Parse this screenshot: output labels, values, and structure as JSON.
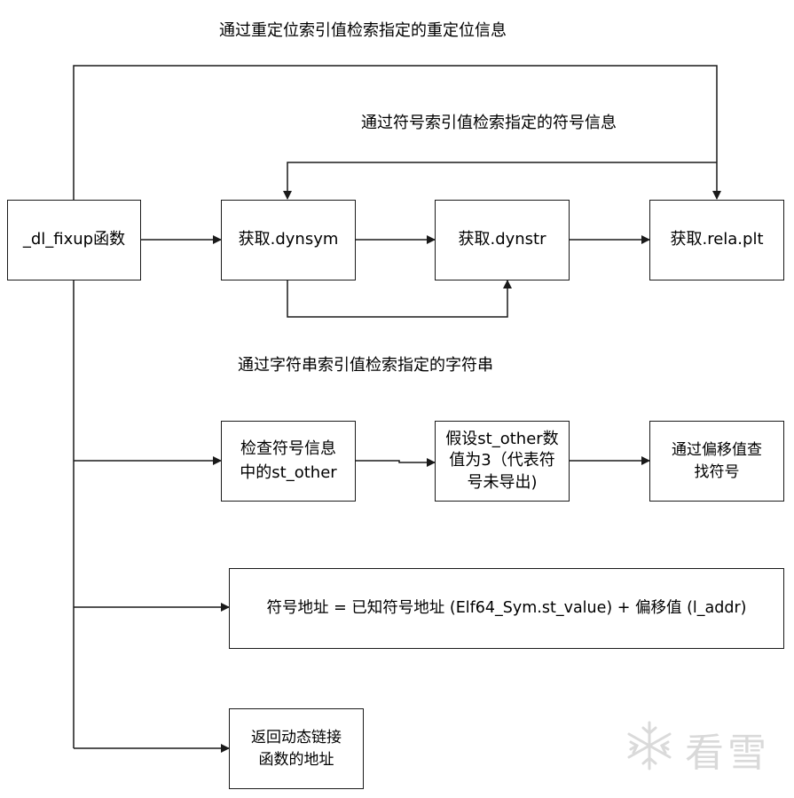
{
  "labels": {
    "reloc_lookup": "通过重定位索引值检索指定的重定位信息",
    "symbol_lookup": "通过符号索引值检索指定的符号信息",
    "string_lookup": "通过字符串索引值检索指定的字符串"
  },
  "nodes": {
    "dl_fixup": "_dl_fixup函数",
    "get_dynsym": "获取.dynsym",
    "get_dynstr": "获取.dynstr",
    "get_rela_plt": "获取.rela.plt",
    "check_st_other": [
      "检查符号信息",
      "中的st_other"
    ],
    "assume_st_other": [
      "假设st_other数",
      "值为3（代表符",
      "号未导出)"
    ],
    "find_by_offset": [
      "通过偏移值查",
      "找符号"
    ],
    "symbol_address": "符号地址 = 已知符号地址 (Elf64_Sym.st_value) + 偏移值 (l_addr)",
    "return_address": [
      "返回动态链接",
      "函数的地址"
    ]
  },
  "watermark": {
    "text": "看雪",
    "icon": "snowflake-icon"
  }
}
